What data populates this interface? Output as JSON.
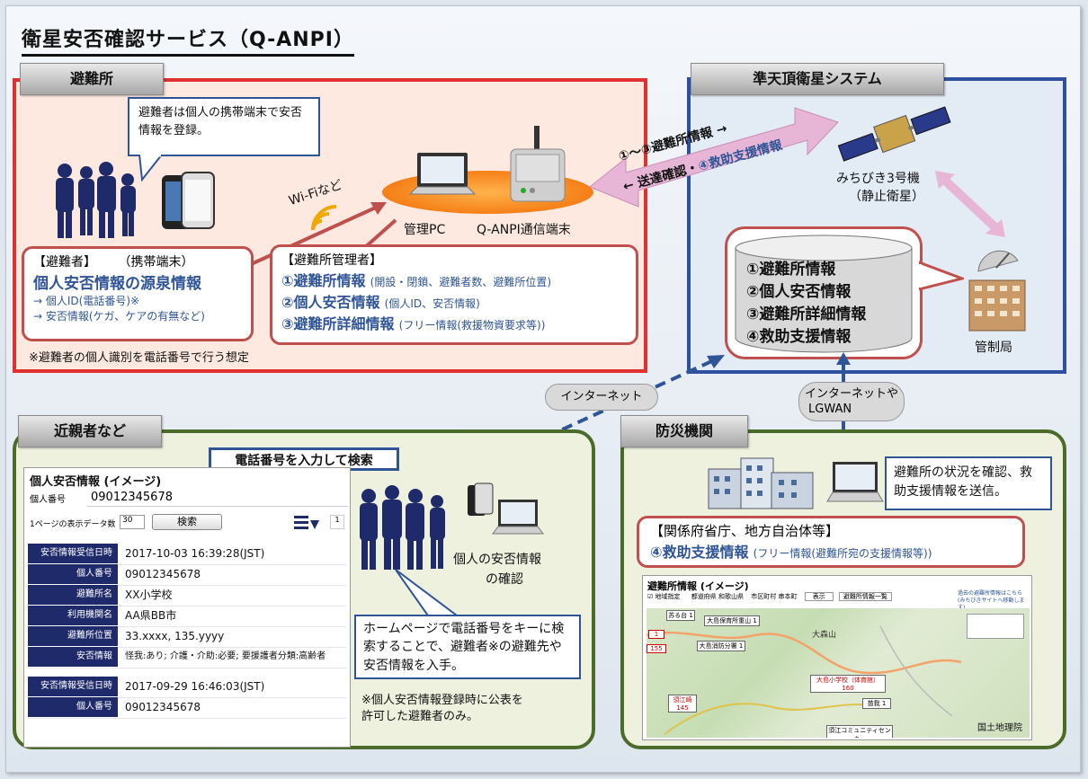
{
  "title": "衛星安否確認サービス（Q-ANPI）",
  "shelter": {
    "tab": "避難所",
    "callout": "避難者は個人の携帯端末で安否情報を登録。",
    "wifi": "Wi-Fiなど",
    "pc_label": "管理PC",
    "terminal_label": "Q-ANPI通信端末",
    "evacuee": {
      "heading": "【避難者】",
      "heading2": "（携帯端末）",
      "strong": "個人安否情報の源泉情報",
      "line1": "→ 個人ID(電話番号)※",
      "line2": "→ 安否情報(ケガ、ケアの有無など)"
    },
    "note": "※避難者の個人識別を電話番号で行う想定",
    "manager": {
      "heading": "【避難所管理者】",
      "items": [
        {
          "strong": "①避難所情報",
          "sub": "(開設・閉鎖、避難者数、避難所位置)"
        },
        {
          "strong": "②個人安否情報",
          "sub": "(個人ID、安否情報)"
        },
        {
          "strong": "③避難所詳細情報",
          "sub": "(フリー情報(救援物資要求等))"
        }
      ]
    }
  },
  "link": {
    "up": "①〜③避難所情報 →",
    "down_prefix": "← 送達確認・",
    "down_strong": "④救助支援情報"
  },
  "satellite_system": {
    "tab": "準天頂衛星システム",
    "satellite_name": "みちびき3号機",
    "satellite_sub": "（静止衛星）",
    "db_items": [
      "①避難所情報",
      "②個人安否情報",
      "③避難所詳細情報",
      "④救助支援情報"
    ],
    "control": "管制局"
  },
  "clouds": {
    "internet": "インターネット",
    "internet_lgwan_1": "インターネットや",
    "internet_lgwan_2": "LGWAN"
  },
  "relatives": {
    "tab": "近親者など",
    "search_callout": "電話番号を入力して検索",
    "screen": {
      "title": "個人安否情報 (イメージ)",
      "id_label": "個人番号",
      "id_value": "09012345678",
      "per_page_label": "1ページの表示データ数",
      "per_page_value": "30",
      "search_btn": "検索",
      "page_no": "1",
      "record1": [
        {
          "k": "安否情報受信日時",
          "v": "2017-10-03 16:39:28(JST)"
        },
        {
          "k": "個人番号",
          "v": "09012345678"
        },
        {
          "k": "避難所名",
          "v": "XX小学校"
        },
        {
          "k": "利用機関名",
          "v": "AA県BB市"
        },
        {
          "k": "避難所位置",
          "v": "33.xxxx, 135.yyyy"
        },
        {
          "k": "安否情報",
          "v": "怪我:あり; 介護・介助:必要; 要援護者分類:高齢者"
        }
      ],
      "record2": [
        {
          "k": "安否情報受信日時",
          "v": "2017-09-29 16:46:03(JST)"
        },
        {
          "k": "個人番号",
          "v": "09012345678"
        }
      ]
    },
    "confirm_1": "個人の安否情報",
    "confirm_2": "の確認",
    "hp_note": "ホームページで電話番号をキーに検索することで、避難者※の避難先や安否情報を入手。",
    "footnote_1": "※個人安否情報登録時に公表を",
    "footnote_2": "許可した避難者のみ。"
  },
  "disaster": {
    "tab": "防災機関",
    "callout": "避難所の状況を確認、救助支援情報を送信。",
    "box_heading": "【関係府省庁、地方自治体等】",
    "box_strong": "④救助支援情報",
    "box_sub": "(フリー情報(避難所宛の支援情報等))",
    "map": {
      "title": "避難所情報 (イメージ)",
      "toolbar": [
        "☑ 地域指定",
        "都道府県 和歌山県",
        "市区町村 串本町",
        "表示",
        "避難所情報一覧",
        "過去の避難所情報はこちら (みちびきサイトへ移動します)"
      ],
      "pins": [
        "苏る台 1",
        "大島保育所重山 1",
        "大島消防分署 1",
        "大島小学校（体育館） 160",
        "須江崎 145",
        "苗我 1"
      ],
      "pin_red": [
        "1",
        "155"
      ],
      "place": "大森山",
      "bottom_pin": "須江コミュニティセンター",
      "credit": "国土地理院"
    }
  },
  "colors": {
    "shelter_border": "#e03030",
    "shelter_bg": "#fde9e0",
    "sat_border": "#2f4fa0",
    "green_border": "#4a6b2a",
    "green_bg": "#edf1de",
    "navy": "#1f2a6b",
    "blue_text": "#2f5597",
    "pink_arrow": "#e7b6d6"
  }
}
